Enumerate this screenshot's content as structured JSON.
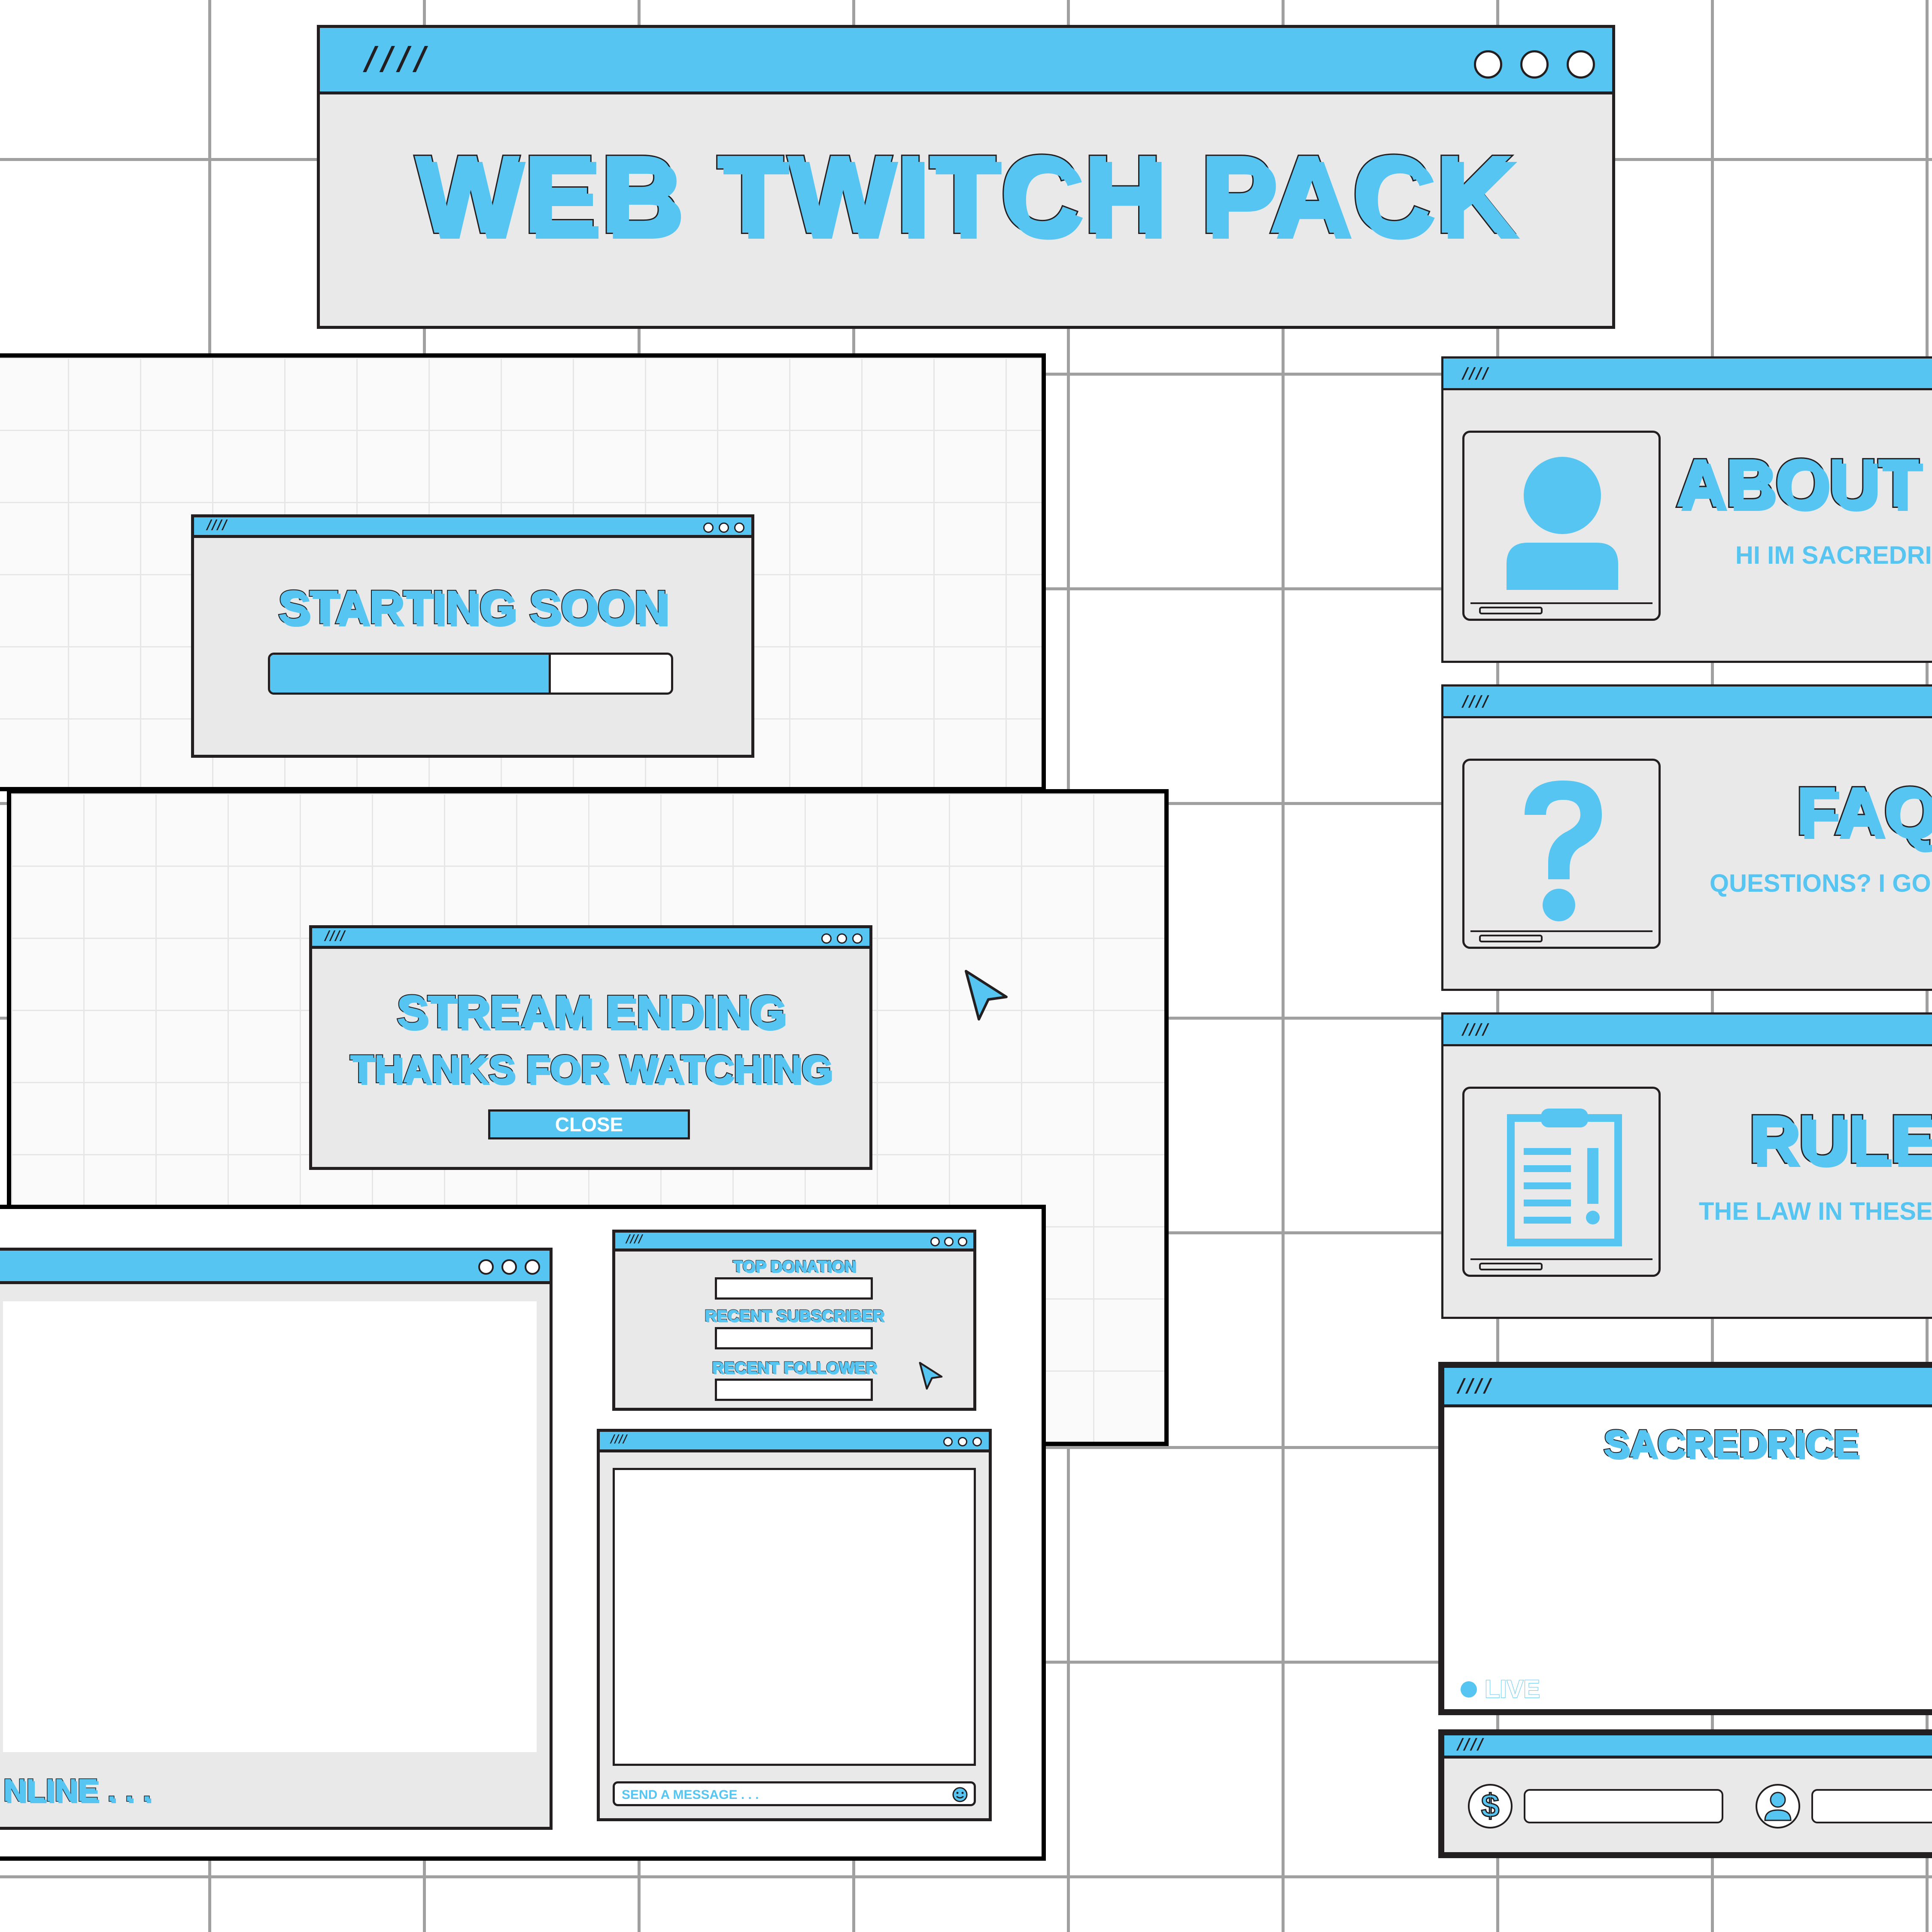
{
  "title_window": {
    "title": "WEB TWITCH PACK"
  },
  "starting_soon": {
    "title": "STARTING SOON",
    "progress_percent": 70
  },
  "stream_ending": {
    "title": "STREAM ENDING",
    "subtitle": "THANKS FOR WATCHING",
    "close_label": "CLOSE"
  },
  "webcam": {
    "status_text": "NLINE . . ."
  },
  "alerts": {
    "labels": [
      "TOP DONATION",
      "RECENT SUBSCRIBER",
      "RECENT FOLLOWER"
    ]
  },
  "chat": {
    "placeholder": "SEND A MESSAGE . . ."
  },
  "panels": [
    {
      "title": "ABOUT",
      "subtitle": "HI IM SACREDRI",
      "icon": "user-icon"
    },
    {
      "title": "FAQ",
      "subtitle": "QUESTIONS? I GO",
      "icon": "question-icon"
    },
    {
      "title": "RULES",
      "subtitle": "THE LAW IN THESE",
      "icon": "clipboard-alert-icon"
    }
  ],
  "profile": {
    "name": "SACREDRICE",
    "live_label": "LIVE"
  },
  "icons": [
    "hatch-icon",
    "window-dots-icon",
    "cursor-icon",
    "dollar-icon",
    "user-icon",
    "smiley-icon"
  ],
  "colors": {
    "accent": "#57c5f2",
    "outline": "#231f20",
    "panel": "#e9e9e9"
  }
}
